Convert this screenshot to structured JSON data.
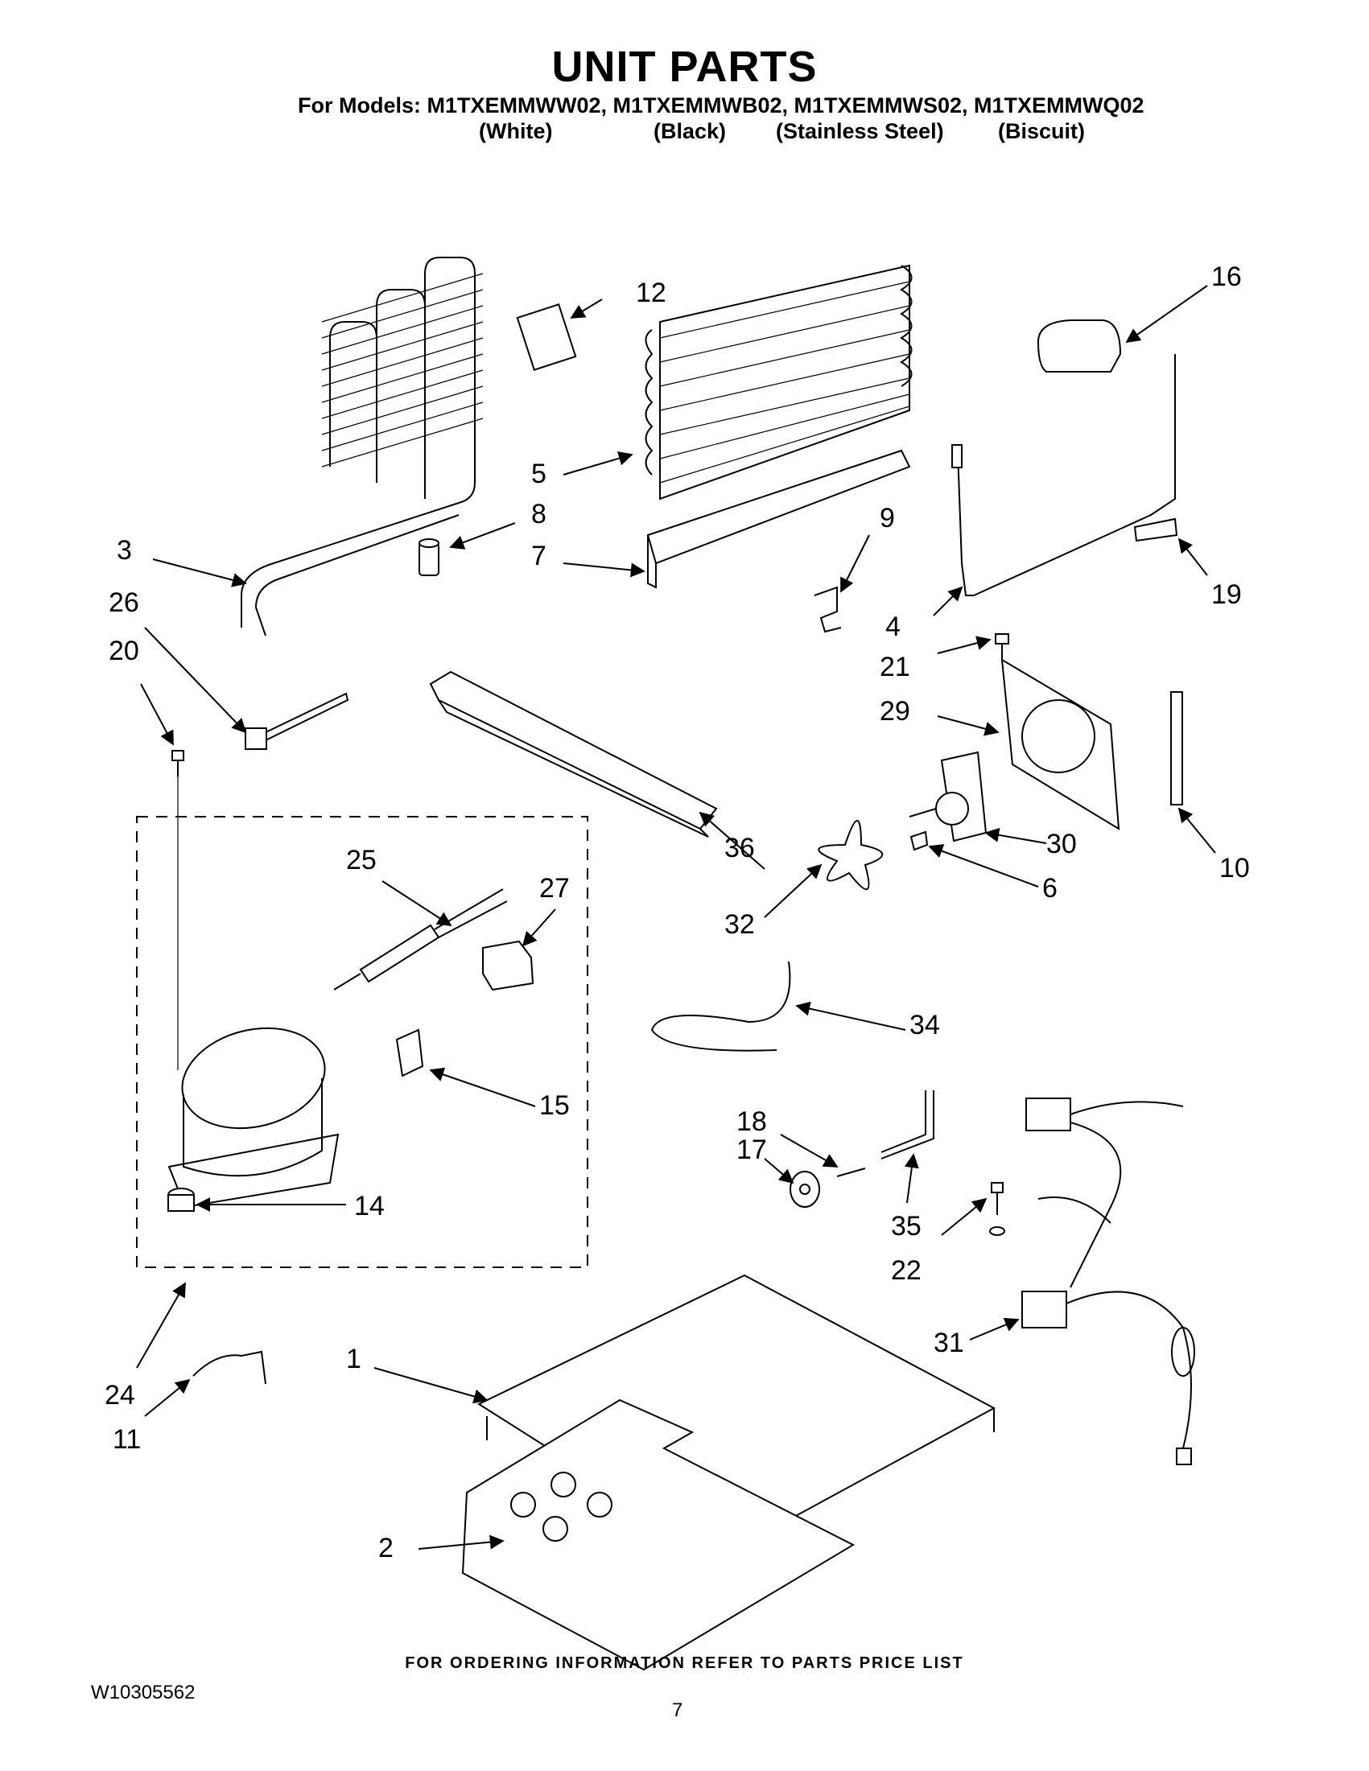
{
  "title": "UNIT PARTS",
  "models_line": "For Models: M1TXEMMWW02, M1TXEMMWB02, M1TXEMMWS02, M1TXEMMWQ02",
  "finishes": [
    "(White)",
    "(Black)",
    "(Stainless Steel)",
    "(Biscuit)"
  ],
  "footer": "FOR ORDERING INFORMATION REFER TO PARTS PRICE LIST",
  "doc_number": "W10305562",
  "page_number": "7",
  "callouts": [
    "1",
    "2",
    "3",
    "4",
    "5",
    "6",
    "7",
    "8",
    "9",
    "10",
    "11",
    "12",
    "14",
    "15",
    "16",
    "17",
    "18",
    "19",
    "20",
    "21",
    "22",
    "24",
    "25",
    "26",
    "27",
    "29",
    "30",
    "31",
    "32",
    "34",
    "35",
    "36"
  ]
}
